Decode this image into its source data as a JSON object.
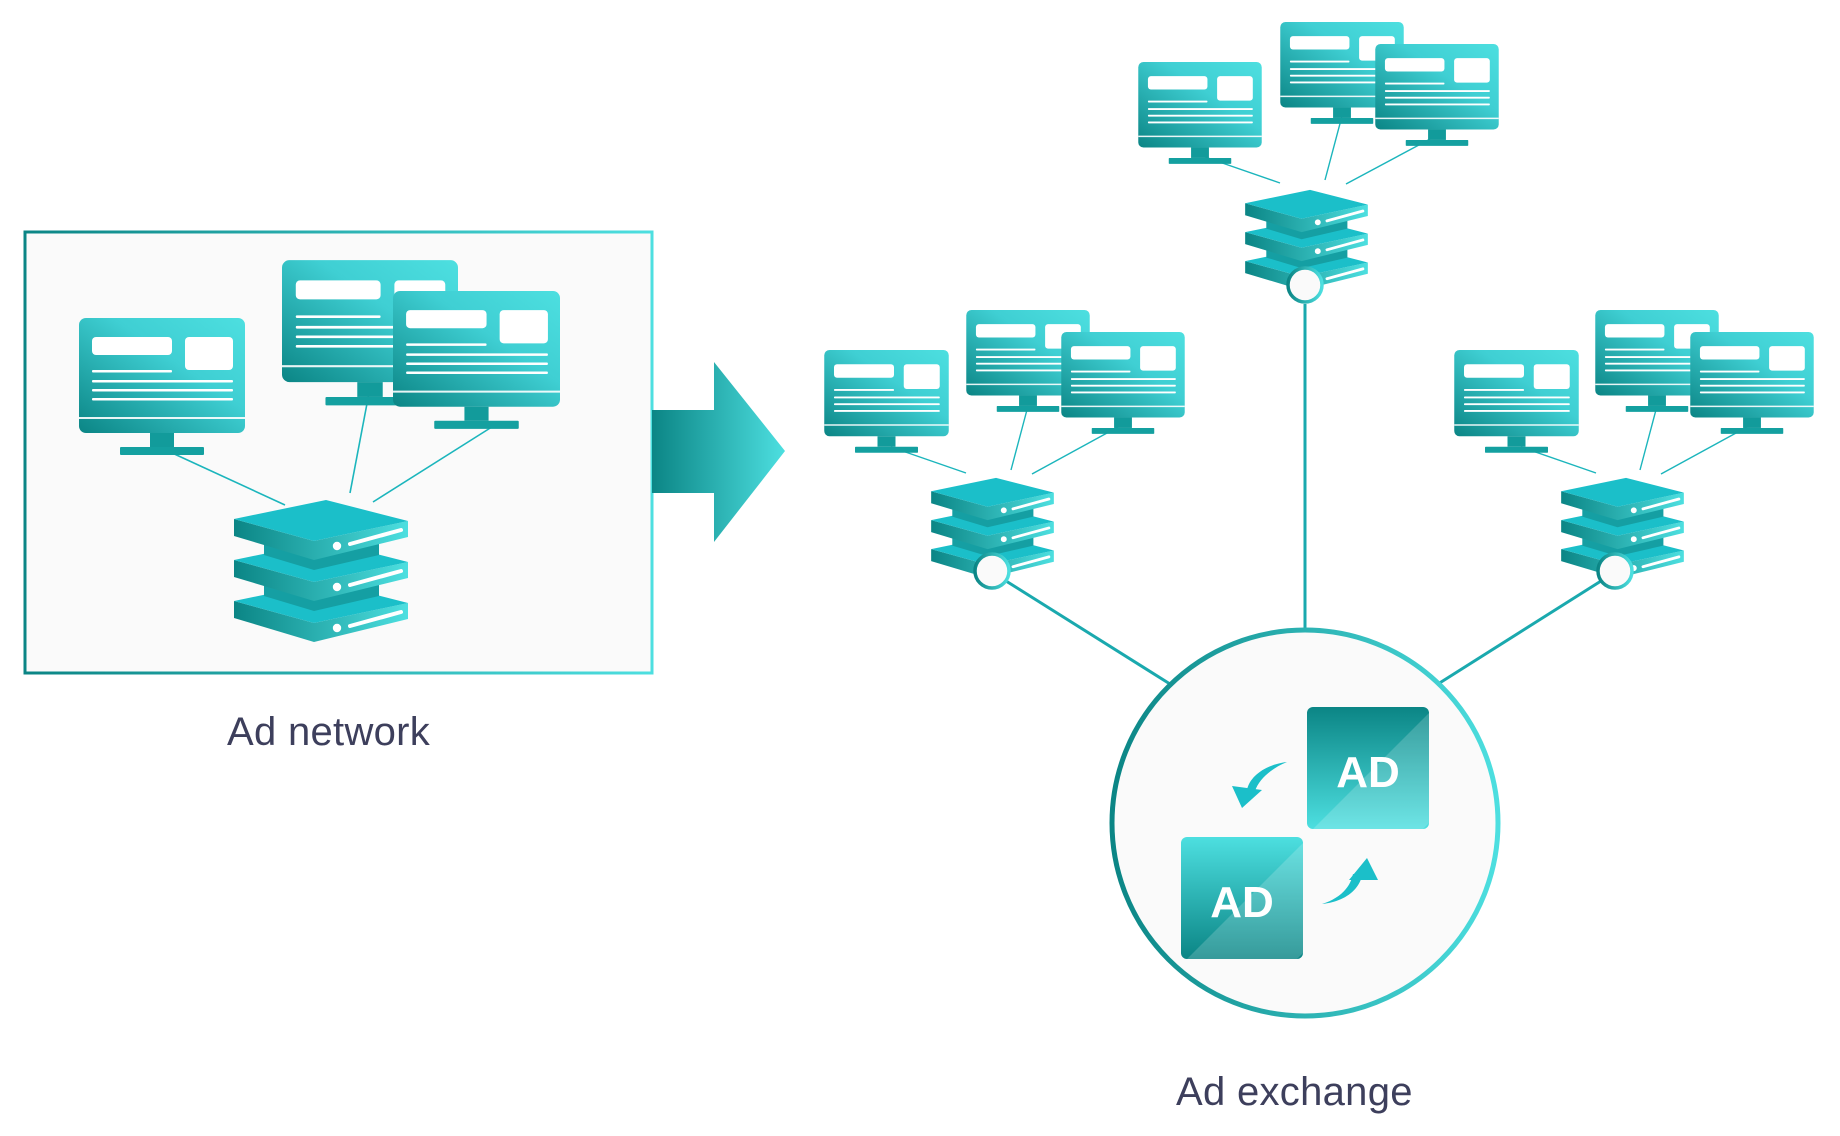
{
  "diagram": {
    "ad_network": {
      "label": "Ad network",
      "monitors": 3,
      "servers": 1
    },
    "transition_arrow": "arrow-right",
    "ad_exchange": {
      "label": "Ad exchange",
      "clusters": [
        {
          "name": "left-cluster",
          "monitors": 3,
          "servers": 1
        },
        {
          "name": "top-cluster",
          "monitors": 3,
          "servers": 1
        },
        {
          "name": "right-cluster",
          "monitors": 3,
          "servers": 1
        }
      ],
      "hub": {
        "ad_tiles": [
          "AD",
          "AD"
        ],
        "swap_arrows": [
          "curved-arrow-down-left",
          "curved-arrow-up-right"
        ]
      }
    },
    "colors": {
      "teal_dark": "#0b8585",
      "teal_mid": "#1bbfc9",
      "teal_light": "#4ddfe0",
      "box_bg": "#fafafa",
      "label_text": "#3d3f5c"
    }
  }
}
